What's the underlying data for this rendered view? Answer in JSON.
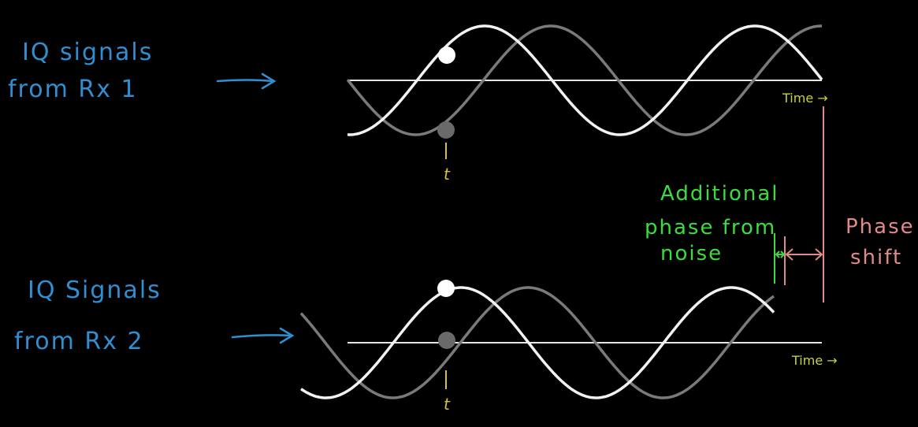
{
  "labels": {
    "rx1_line1": "IQ  signals",
    "rx1_line2": "from   Rx 1",
    "rx2_line1": "IQ   Signals",
    "rx2_line2": "from   Rx 2",
    "time_top": "Time →",
    "time_bottom": "Time →",
    "t_top": "t",
    "t_bottom": "t",
    "additional_line1": "Additional",
    "additional_line2": "phase from",
    "additional_line3": "noise",
    "phase_line1": "Phase",
    "phase_line2": "shift"
  },
  "colors": {
    "background": "#000000",
    "label_blue": "#2f8fd1",
    "time_yellow": "#c9d13a",
    "t_yellow": "#d6c23a",
    "noise_green": "#3ddc3d",
    "phase_pink": "#e08a8a",
    "signal_white": "#f2f2f2",
    "signal_gray": "#7a7a7a",
    "axis": "#e6e6e6"
  },
  "icons": {
    "arrow": "right-arrow-icon"
  }
}
